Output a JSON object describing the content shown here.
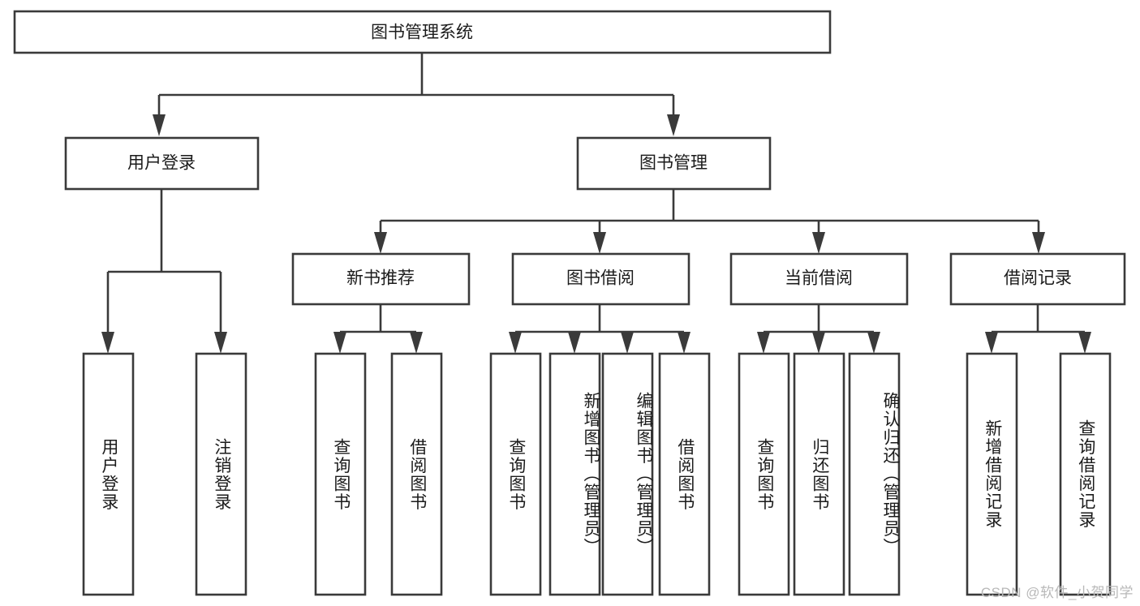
{
  "diagram": {
    "type": "tree-hierarchy",
    "title": "图书管理系统",
    "orientation": "top-down",
    "colors": {
      "box_stroke": "#3a3a3a",
      "box_fill": "#ffffff",
      "text": "#1b1b1b",
      "background": "#ffffff",
      "watermark": "#b8b8b8"
    },
    "levels": {
      "root": {
        "label": "图书管理系统"
      },
      "level2": [
        {
          "id": "user-login",
          "label": "用户登录"
        },
        {
          "id": "book-management",
          "label": "图书管理"
        }
      ],
      "level3": [
        {
          "id": "new-book-recommend",
          "label": "新书推荐"
        },
        {
          "id": "book-borrow",
          "label": "图书借阅"
        },
        {
          "id": "current-borrow",
          "label": "当前借阅"
        },
        {
          "id": "borrow-record",
          "label": "借阅记录"
        }
      ],
      "leaves": {
        "user_login": [
          {
            "id": "leaf-user-login",
            "label": "用户登录"
          },
          {
            "id": "leaf-logout-login",
            "label": "注销登录"
          }
        ],
        "new_book_recommend": [
          {
            "id": "leaf-query-book-1",
            "label": "查询图书"
          },
          {
            "id": "leaf-borrow-book-1",
            "label": "借阅图书"
          }
        ],
        "book_borrow": [
          {
            "id": "leaf-query-book-2",
            "label": "查询图书"
          },
          {
            "id": "leaf-add-book",
            "label": "新增图书（管理员）"
          },
          {
            "id": "leaf-edit-book",
            "label": "编辑图书（管理员）"
          },
          {
            "id": "leaf-borrow-book-2",
            "label": "借阅图书"
          }
        ],
        "current_borrow": [
          {
            "id": "leaf-query-book-3",
            "label": "查询图书"
          },
          {
            "id": "leaf-return-book",
            "label": "归还图书"
          },
          {
            "id": "leaf-confirm-return",
            "label": "确认归还（管理员）"
          }
        ],
        "borrow_record": [
          {
            "id": "leaf-add-borrow-record",
            "label": "新增借阅记录"
          },
          {
            "id": "leaf-query-borrow-record",
            "label": "查询借阅记录"
          }
        ]
      }
    }
  },
  "watermark": {
    "text": "CSDN @软件_小贺同学"
  }
}
